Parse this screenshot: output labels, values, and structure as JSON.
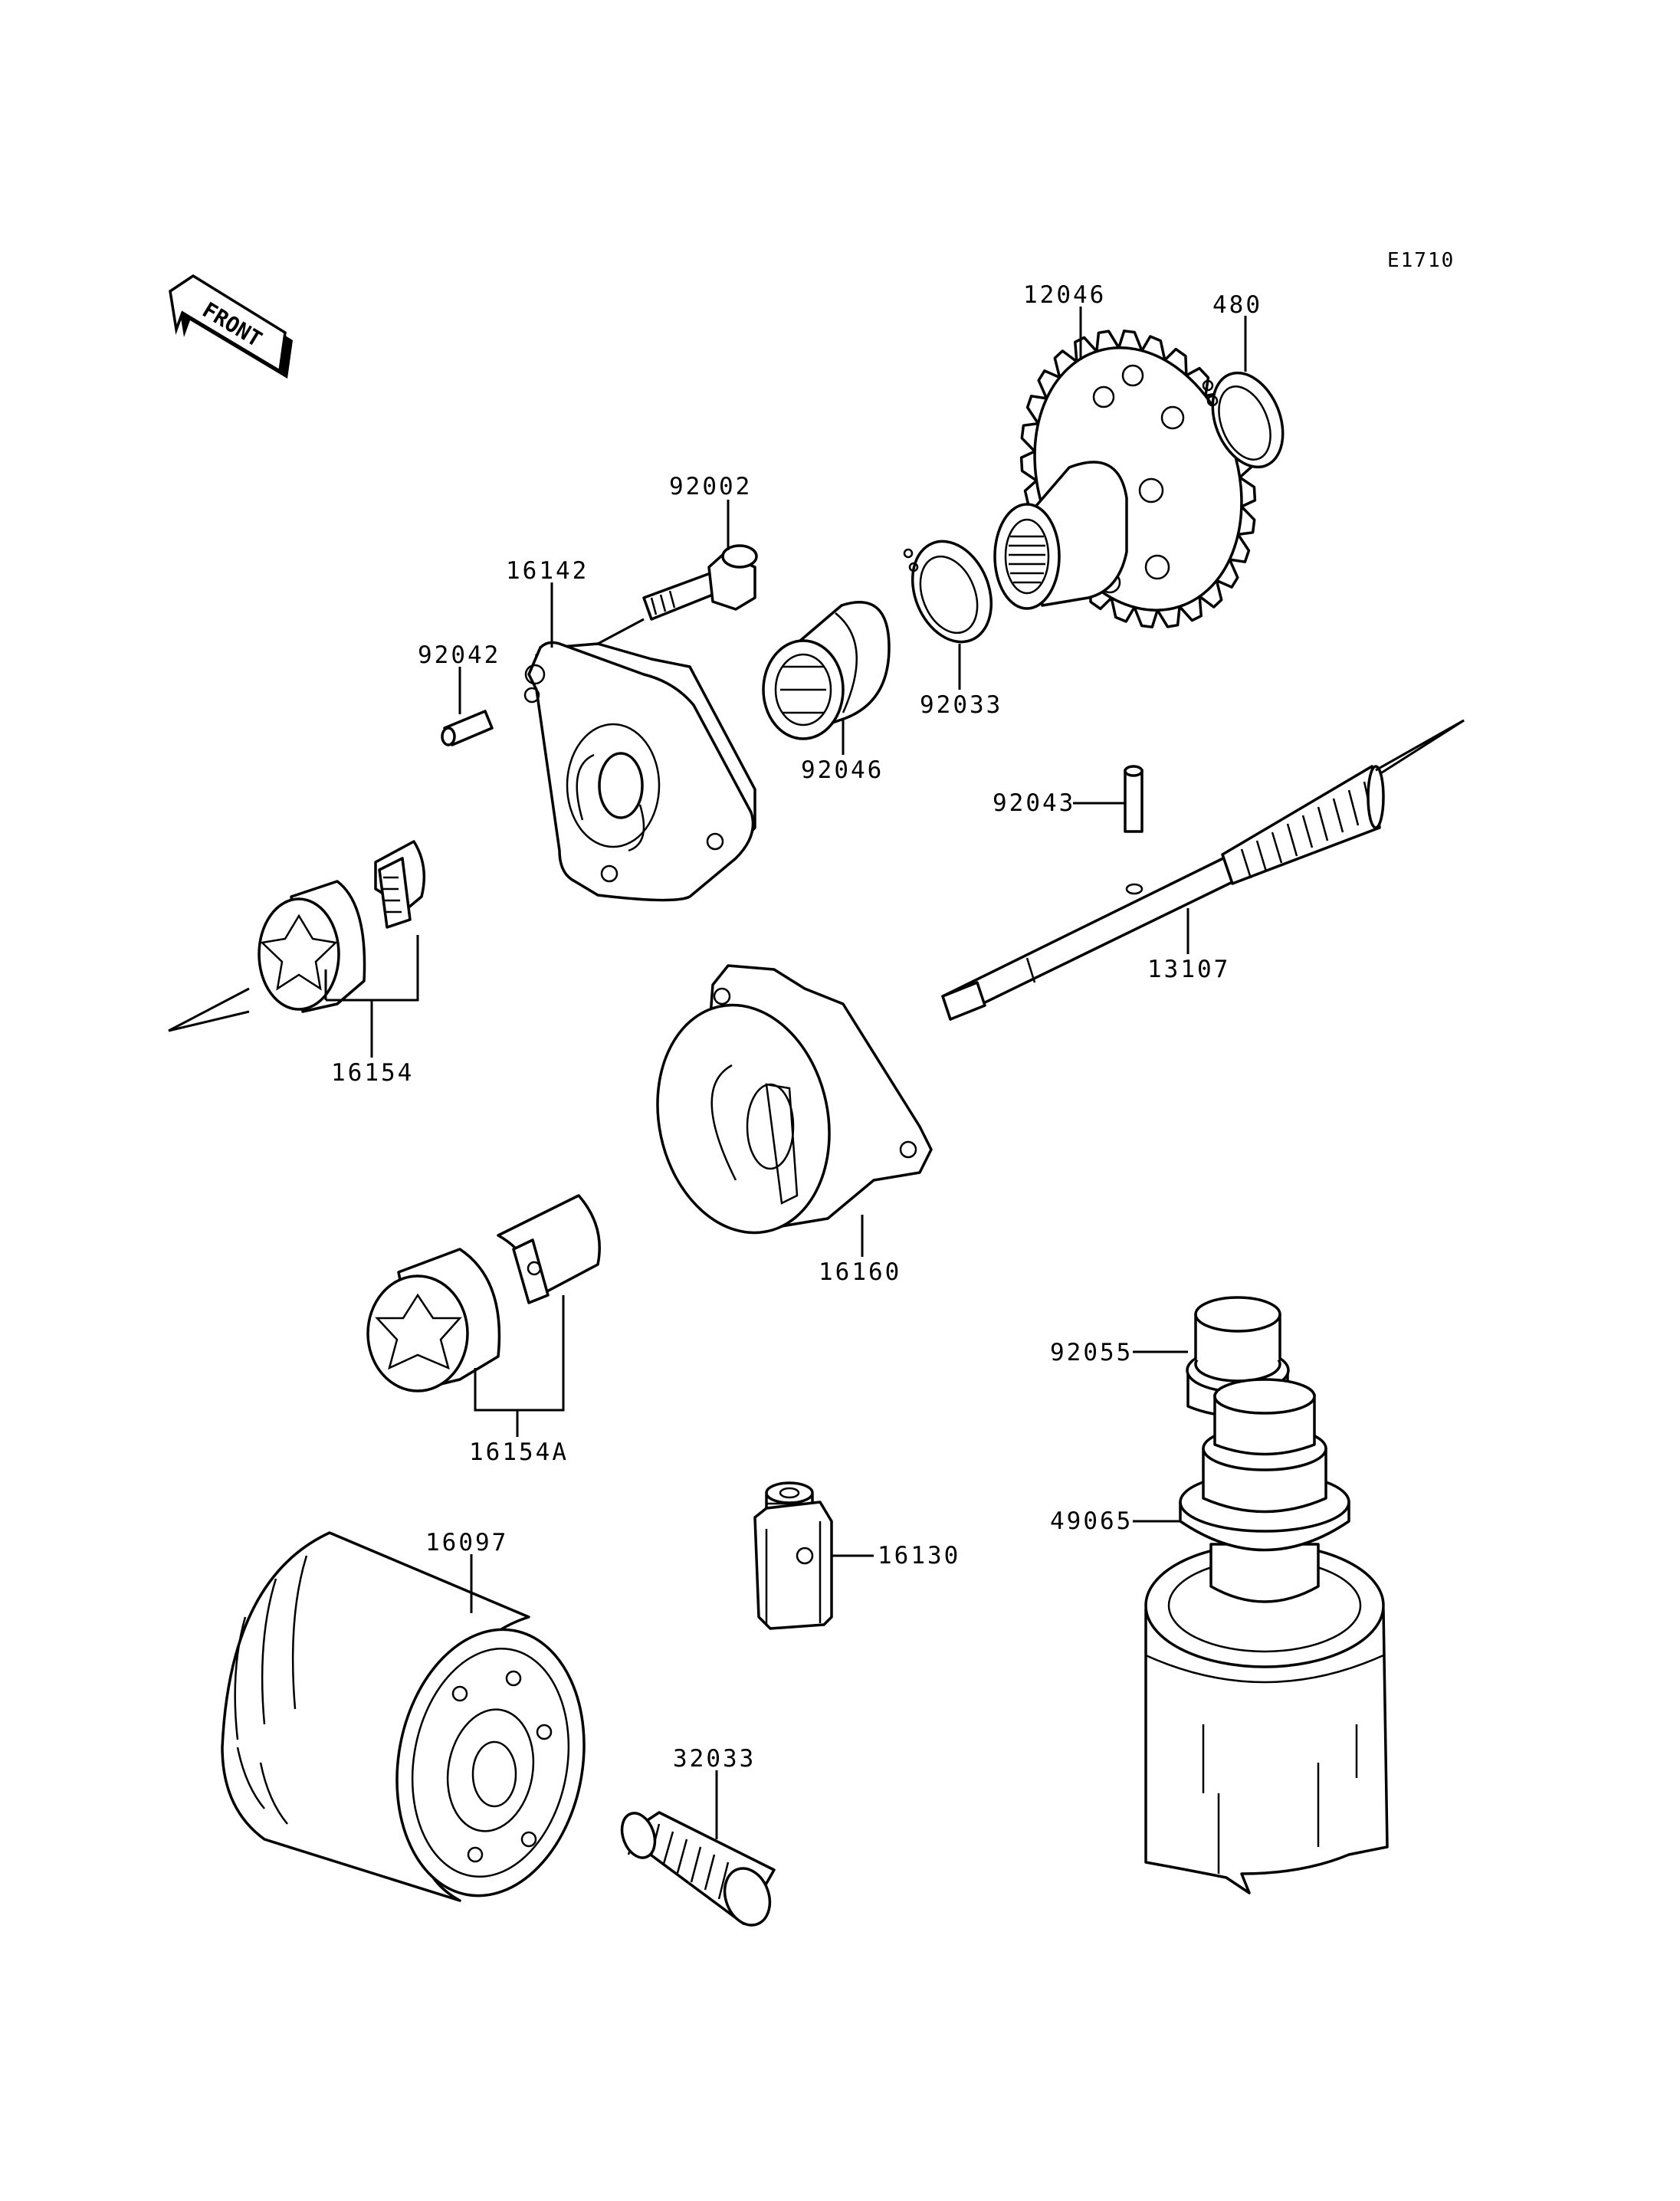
{
  "diagram": {
    "code": "E1710",
    "front_label": "FRONT",
    "parts": {
      "p12046": "12046",
      "p480": "480",
      "p92002": "92002",
      "p16142": "16142",
      "p92042": "92042",
      "p92033": "92033",
      "p92046": "92046",
      "p92043": "92043",
      "p13107": "13107",
      "p16154": "16154",
      "p16160": "16160",
      "p16154A": "16154A",
      "p92055": "92055",
      "p49065": "49065",
      "p16130": "16130",
      "p16097": "16097",
      "p32033": "32033"
    }
  }
}
